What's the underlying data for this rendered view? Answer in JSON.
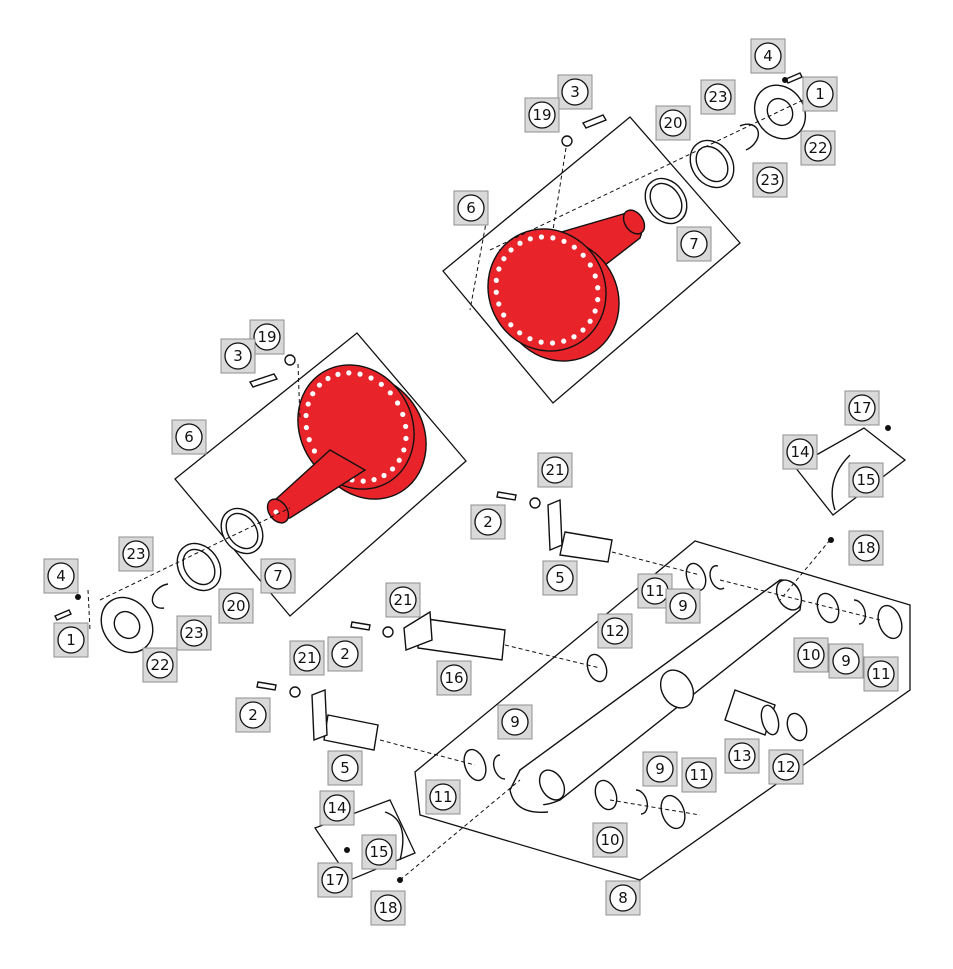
{
  "diagram": {
    "type": "exploded-parts-view",
    "highlight_color": "#e8242a",
    "callouts": [
      {
        "id": "c-4-a",
        "label": "4"
      },
      {
        "id": "c-1-a",
        "label": "1"
      },
      {
        "id": "c-3-a",
        "label": "3"
      },
      {
        "id": "c-19-a",
        "label": "19"
      },
      {
        "id": "c-23-a",
        "label": "23"
      },
      {
        "id": "c-20-a",
        "label": "20"
      },
      {
        "id": "c-23-b",
        "label": "23"
      },
      {
        "id": "c-22-a",
        "label": "22"
      },
      {
        "id": "c-6-a",
        "label": "6"
      },
      {
        "id": "c-7-a",
        "label": "7"
      },
      {
        "id": "c-19-b",
        "label": "19"
      },
      {
        "id": "c-3-b",
        "label": "3"
      },
      {
        "id": "c-6-b",
        "label": "6"
      },
      {
        "id": "c-7-b",
        "label": "7"
      },
      {
        "id": "c-23-c",
        "label": "23"
      },
      {
        "id": "c-20-b",
        "label": "20"
      },
      {
        "id": "c-23-d",
        "label": "23"
      },
      {
        "id": "c-4-b",
        "label": "4"
      },
      {
        "id": "c-1-b",
        "label": "1"
      },
      {
        "id": "c-22-b",
        "label": "22"
      },
      {
        "id": "c-17-a",
        "label": "17"
      },
      {
        "id": "c-14-a",
        "label": "14"
      },
      {
        "id": "c-15-a",
        "label": "15"
      },
      {
        "id": "c-18-a",
        "label": "18"
      },
      {
        "id": "c-21-a",
        "label": "21"
      },
      {
        "id": "c-2-a",
        "label": "2"
      },
      {
        "id": "c-5-a",
        "label": "5"
      },
      {
        "id": "c-11-a",
        "label": "11"
      },
      {
        "id": "c-9-a",
        "label": "9"
      },
      {
        "id": "c-21-b",
        "label": "21"
      },
      {
        "id": "c-2-b",
        "label": "2"
      },
      {
        "id": "c-12-a",
        "label": "12"
      },
      {
        "id": "c-16-a",
        "label": "16"
      },
      {
        "id": "c-10-a",
        "label": "10"
      },
      {
        "id": "c-9-b",
        "label": "9"
      },
      {
        "id": "c-11-b",
        "label": "11"
      },
      {
        "id": "c-21-c",
        "label": "21"
      },
      {
        "id": "c-2-c",
        "label": "2"
      },
      {
        "id": "c-9-c",
        "label": "9"
      },
      {
        "id": "c-13-a",
        "label": "13"
      },
      {
        "id": "c-12-b",
        "label": "12"
      },
      {
        "id": "c-5-b",
        "label": "5"
      },
      {
        "id": "c-11-c",
        "label": "11"
      },
      {
        "id": "c-9-d",
        "label": "9"
      },
      {
        "id": "c-11-d",
        "label": "11"
      },
      {
        "id": "c-10-b",
        "label": "10"
      },
      {
        "id": "c-14-b",
        "label": "14"
      },
      {
        "id": "c-15-b",
        "label": "15"
      },
      {
        "id": "c-17-b",
        "label": "17"
      },
      {
        "id": "c-18-b",
        "label": "18"
      },
      {
        "id": "c-8-a",
        "label": "8"
      }
    ]
  }
}
